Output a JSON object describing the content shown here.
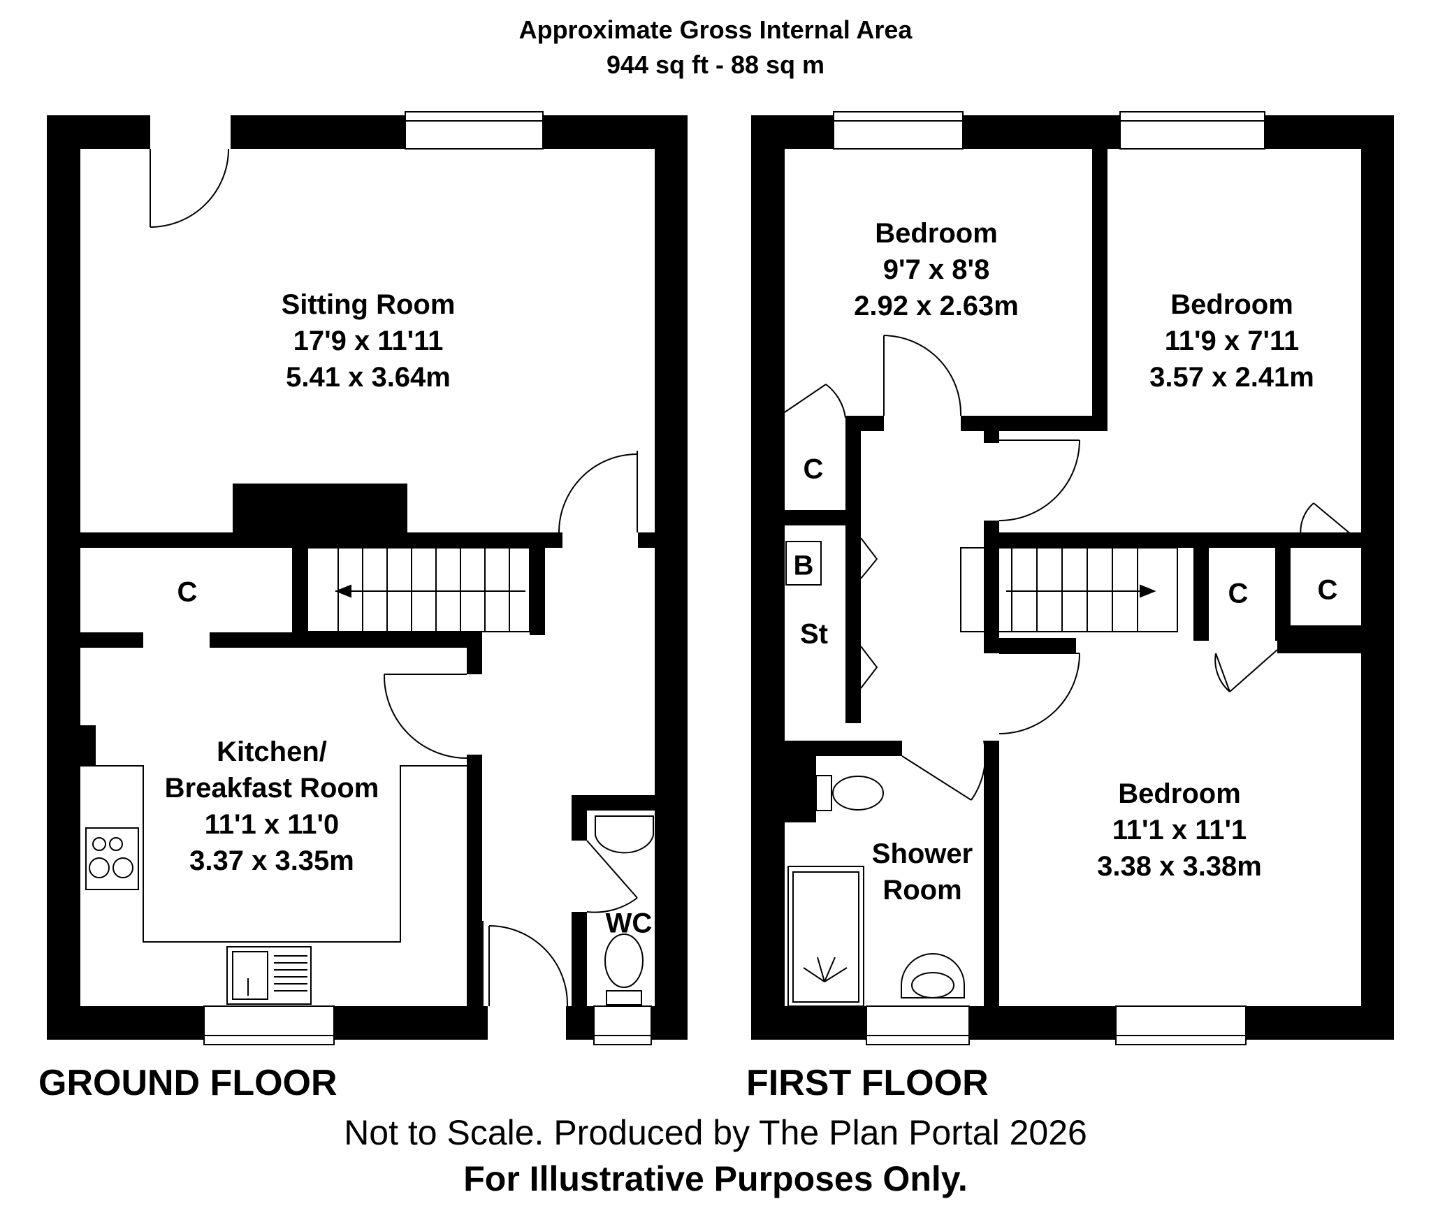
{
  "header": {
    "line1": "Approximate Gross Internal Area",
    "line2": "944 sq ft - 88 sq m"
  },
  "floors": {
    "ground": "GROUND FLOOR",
    "first": "FIRST FLOOR"
  },
  "rooms": {
    "sitting": {
      "name": "Sitting Room",
      "imperial": "17'9 x 11'11",
      "metric": "5.41 x 3.64m"
    },
    "kitchen": {
      "name": "Kitchen/",
      "name2": "Breakfast Room",
      "imperial": "11'1 x 11'0",
      "metric": "3.37 x 3.35m"
    },
    "bedroom_front_left": {
      "name": "Bedroom",
      "imperial": "9'7 x 8'8",
      "metric": "2.92 x 2.63m"
    },
    "bedroom_front_right": {
      "name": "Bedroom",
      "imperial": "11'9 x 7'11",
      "metric": "3.57 x 2.41m"
    },
    "bedroom_rear": {
      "name": "Bedroom",
      "imperial": "11'1 x 11'1",
      "metric": "3.38 x 3.38m"
    },
    "shower": {
      "name": "Shower",
      "name2": "Room"
    }
  },
  "labels": {
    "cupboard": "C",
    "wc": "WC",
    "boiler": "B",
    "store": "St"
  },
  "footer": {
    "line1": "Not to Scale. Produced by The Plan Portal 2026",
    "line2": "For Illustrative Purposes Only."
  }
}
